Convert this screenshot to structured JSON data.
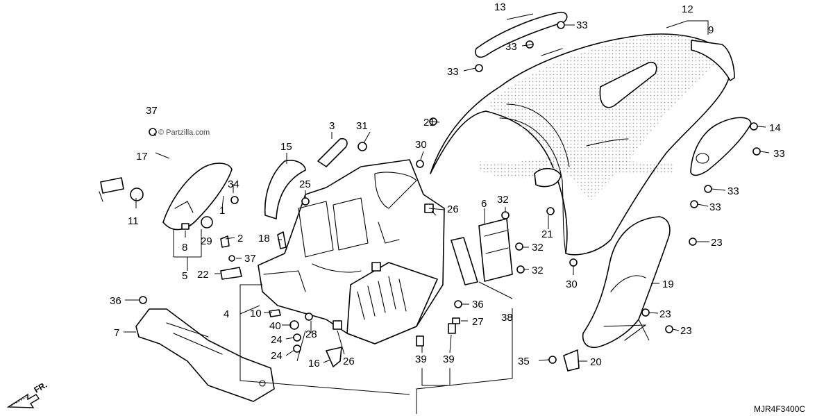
{
  "watermark": "© Partzilla.com",
  "diagram_code": "MJR4F3400C",
  "direction_label": "FR.",
  "callouts": {
    "c1": "1",
    "c2": "2",
    "c3": "3",
    "c4": "4",
    "c5": "5",
    "c6": "6",
    "c7": "7",
    "c8": "8",
    "c9": "9",
    "c10": "10",
    "c11": "11",
    "c12": "12",
    "c13": "13",
    "c14": "14",
    "c15": "15",
    "c16": "16",
    "c17": "17",
    "c18": "18",
    "c19": "19",
    "c20": "20",
    "c21": "21",
    "c22": "22",
    "c23": "23",
    "c24": "24",
    "c25": "25",
    "c26": "26",
    "c27": "27",
    "c28": "28",
    "c29": "29",
    "c30": "30",
    "c31": "31",
    "c32": "32",
    "c33": "33",
    "c34": "34",
    "c35": "35",
    "c36": "36",
    "c37": "37",
    "c38": "38",
    "c39": "39",
    "c40": "40"
  },
  "colors": {
    "stroke": "#000000",
    "dots": "#9a9a9a",
    "background": "#ffffff"
  }
}
